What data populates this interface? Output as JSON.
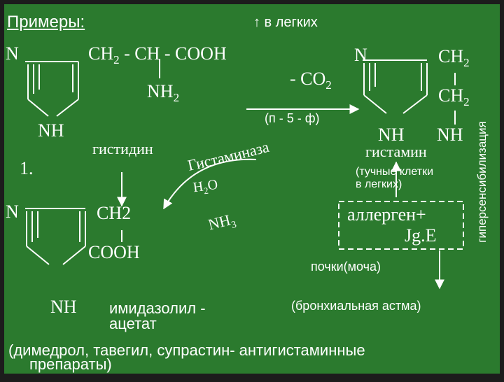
{
  "title": "Примеры:",
  "vertical_note": "гиперсенсибилизация",
  "arrow_up_label": "↑ в легких",
  "histidine": {
    "n_top": "N",
    "chain": "CH",
    "chain_sub1": "2",
    "chain_rest": " - CH - COOH",
    "amino": "NH",
    "amino_sub": "2",
    "nh": "NH",
    "name": "гистидин",
    "number": "1."
  },
  "decarboxylation": {
    "co2_prefix": "- CO",
    "co2_sub": "2",
    "cofactor": "(п - 5 - ф)",
    "enzyme": "Гистаминаза",
    "water_h": "H",
    "water_sub": "2",
    "water_o": "O",
    "ammonia": "NH",
    "ammonia_sub": "3"
  },
  "histamine": {
    "n_top": "N",
    "ch2_top": "CH",
    "ch2_top_sub": "2",
    "ch2_bottom": "CH",
    "ch2_bottom_sub": "2",
    "nh_ring": "NH",
    "nh_amine": "NH",
    "name": "гистамин",
    "source_line1": "(тучные клетки",
    "source_line2": "в легких)"
  },
  "allergen": {
    "line1": "аллерген+",
    "line2": "Jg.E"
  },
  "kidneys": "почки(моча)",
  "asthma": "(бронхиальная астма)",
  "acetate": {
    "n_top": "N",
    "ch2": "CH2",
    "cooh": "COOH",
    "nh": "NH",
    "name_line1": "имидазолил -",
    "name_line2": "ацетат"
  },
  "drugs": {
    "line1": "(димедрол, тавегил, супрастин- антигистаминные",
    "line2": "препараты)"
  }
}
